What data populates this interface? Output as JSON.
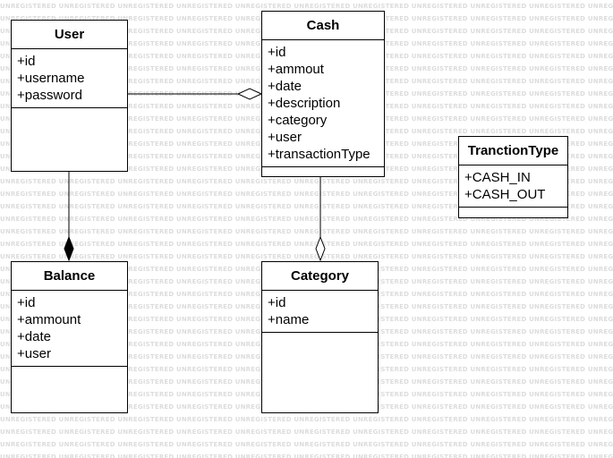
{
  "watermark": {
    "text": "UNREGISTERED"
  },
  "classes": {
    "user": {
      "name": "User",
      "attributes": [
        "+id",
        "+username",
        "+password"
      ]
    },
    "cash": {
      "name": "Cash",
      "attributes": [
        "+id",
        "+ammout",
        "+date",
        "+description",
        "+category",
        "+user",
        "+transactionType"
      ]
    },
    "tranction_type": {
      "name": "TranctionType",
      "attributes": [
        "+CASH_IN",
        "+CASH_OUT"
      ]
    },
    "balance": {
      "name": "Balance",
      "attributes": [
        "+id",
        "+ammount",
        "+date",
        "+user"
      ]
    },
    "category": {
      "name": "Category",
      "attributes": [
        "+id",
        "+name"
      ]
    }
  },
  "relations": [
    {
      "from": "user",
      "to": "cash",
      "type": "aggregation"
    },
    {
      "from": "user",
      "to": "balance",
      "type": "composition"
    },
    {
      "from": "cash",
      "to": "category",
      "type": "aggregation"
    }
  ]
}
